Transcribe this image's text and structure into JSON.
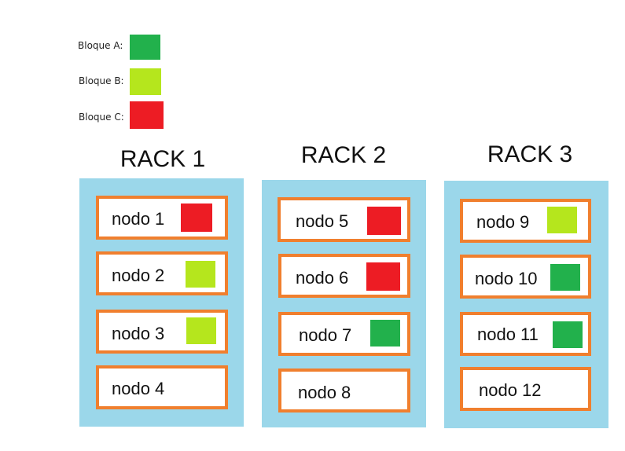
{
  "legend": [
    {
      "label": "Bloque A:",
      "color": "#22b14c"
    },
    {
      "label": "Bloque B:",
      "color": "#b5e61d"
    },
    {
      "label": "Bloque C:",
      "color": "#ed1c24"
    }
  ],
  "racks": [
    {
      "title": "RACK 1",
      "nodes": [
        {
          "label": "nodo 1",
          "block": "C"
        },
        {
          "label": "nodo 2",
          "block": "B"
        },
        {
          "label": "nodo 3",
          "block": "B"
        },
        {
          "label": "nodo 4",
          "block": null
        }
      ]
    },
    {
      "title": "RACK 2",
      "nodes": [
        {
          "label": "nodo 5",
          "block": "C"
        },
        {
          "label": "nodo 6",
          "block": "C"
        },
        {
          "label": "nodo 7",
          "block": "A"
        },
        {
          "label": "nodo 8",
          "block": null
        }
      ]
    },
    {
      "title": "RACK 3",
      "nodes": [
        {
          "label": "nodo 9",
          "block": "B"
        },
        {
          "label": "nodo 10",
          "block": "A"
        },
        {
          "label": "nodo 11",
          "block": "A"
        },
        {
          "label": "nodo 12",
          "block": null
        }
      ]
    }
  ],
  "colors": {
    "rack_bg": "#9bd7ea",
    "node_border": "#f07f2e",
    "A": "#22b14c",
    "B": "#b5e61d",
    "C": "#ed1c24"
  }
}
